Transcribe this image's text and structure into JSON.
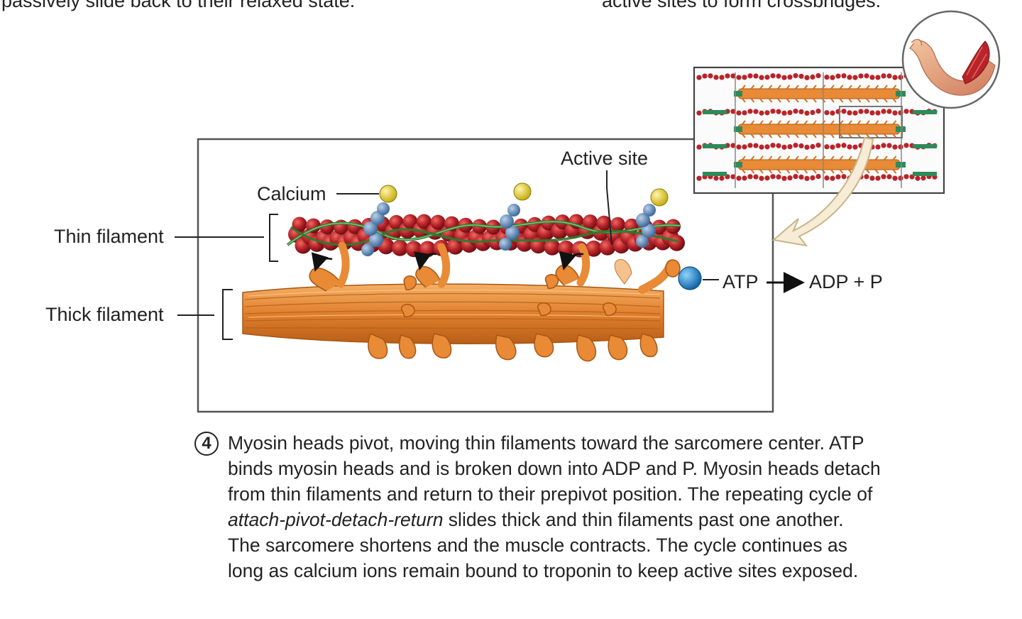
{
  "header": {
    "left_text": "passively slide back to their relaxed state.",
    "right_text": "active sites to form crossbridges."
  },
  "labels": {
    "thin_filament": "Thin filament",
    "thick_filament": "Thick filament",
    "calcium": "Calcium",
    "active_site": "Active site",
    "atp": "ATP",
    "adp_p": "ADP + P"
  },
  "caption": {
    "step": "4",
    "part1": "Myosin heads pivot, moving thin filaments toward the sarcomere center. ATP binds myosin heads and is broken down into ADP and P. Myosin heads detach from thin filaments and return to their prepivot position. The repeating cycle of ",
    "emphasis": "attach-pivot-detach-return",
    "part2": " slides thick and thin filaments past one another. The sarcomere shortens and the muscle contracts. The cycle continues as long as calcium ions remain bound to troponin to keep active sites exposed."
  },
  "colors": {
    "actin": "#b8242a",
    "tropomyosin": "#3a8a3a",
    "calcium": "#e8d23a",
    "troponin": "#6f93bd",
    "myosin": "#e88a36",
    "atp": "#2a8fd0",
    "frame": "#555555"
  }
}
